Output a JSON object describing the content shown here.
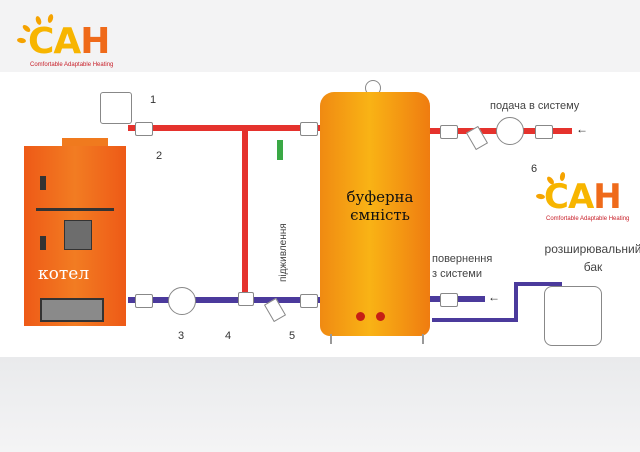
{
  "logo": {
    "letters_1": "CA",
    "letters_2": "H",
    "tagline": "Comfortable Adaptable Heating"
  },
  "boiler": {
    "label": "котел"
  },
  "tank": {
    "label_1": "буферна",
    "label_2": "ємність"
  },
  "labels": {
    "feed": "підживлення",
    "supply": "подача в систему",
    "return_1": "повернення",
    "return_2": "з системи",
    "expansion_1": "розширювальний",
    "expansion_2": "бак"
  },
  "numbers": [
    "1",
    "2",
    "3",
    "4",
    "5",
    "6"
  ],
  "arrows": {
    "supply": "←",
    "return": "←"
  }
}
